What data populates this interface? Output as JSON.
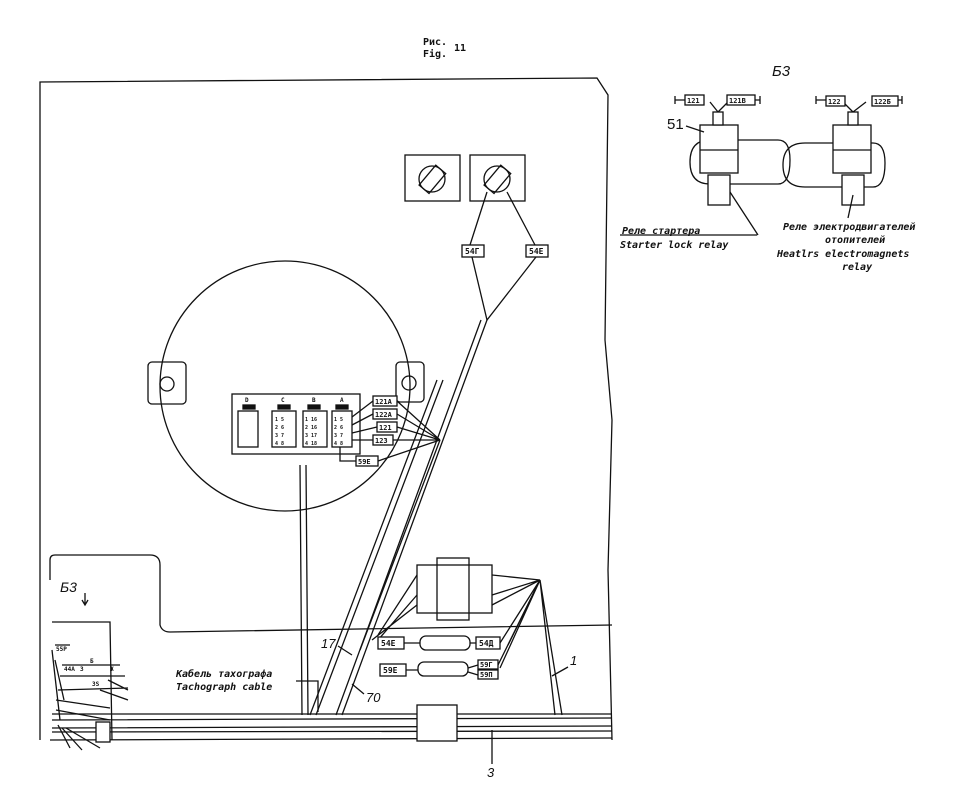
{
  "figure": {
    "ru": "Рис.",
    "en": "Fig.",
    "number": "11"
  },
  "section_label": "Б3",
  "sub_label": "Б3",
  "relays": {
    "starter": {
      "ref": "51",
      "label_ru": "Реле стартера",
      "label_en": "Starter lock relay",
      "wire_left": "121",
      "wire_right": "121В"
    },
    "heater": {
      "label_ru_1": "Реле электродвигателей",
      "label_ru_2": "отопителей",
      "label_en_1": "Heatlrs electromagnets",
      "label_en_2": "relay",
      "wire_left": "122",
      "wire_right": "122Б"
    }
  },
  "switch_wires": {
    "left": "54Г",
    "right": "54Е"
  },
  "connector": {
    "headers": [
      "D",
      "C",
      "B",
      "A"
    ],
    "pins_c": [
      "1 5",
      "2 6",
      "3 7",
      "4 8"
    ],
    "pins_b": [
      "1 16",
      "2 16",
      "3 17",
      "4 18"
    ],
    "pins_a": [
      "1 5",
      "2 6",
      "3 7",
      "4 8"
    ],
    "wires": [
      "121А",
      "122А",
      "121",
      "123",
      "59Е"
    ]
  },
  "bottom_wires": {
    "w1": "54Е",
    "w2": "54Д",
    "w3": "59Е",
    "w4": "59Г",
    "w5": "59П"
  },
  "left_tags": [
    "55Р",
    "44А",
    "Б",
    "3",
    "Ж",
    "3S"
  ],
  "callouts": {
    "c1": "1",
    "c3": "3",
    "c17": "17",
    "c70": "70"
  },
  "tachograph": {
    "ru": "Кабель тахографа",
    "en": "Tachograph cable"
  }
}
